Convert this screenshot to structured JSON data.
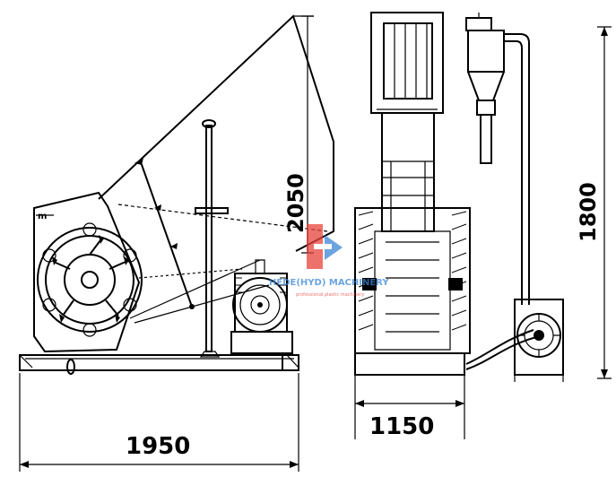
{
  "dimensions": {
    "side_width": "1950",
    "side_height": "2050",
    "front_width": "1150",
    "cyclone_height": "1800"
  },
  "watermark": {
    "brand": "HEDE(HYD) MACHINERY",
    "tagline": "professional plastic machinery",
    "logo_letters": "H",
    "colors": {
      "red": "#e8443a",
      "blue": "#3a86d6"
    }
  },
  "icons": [
    "blower-fan-icon",
    "motor-icon",
    "crusher-rotor-icon"
  ]
}
